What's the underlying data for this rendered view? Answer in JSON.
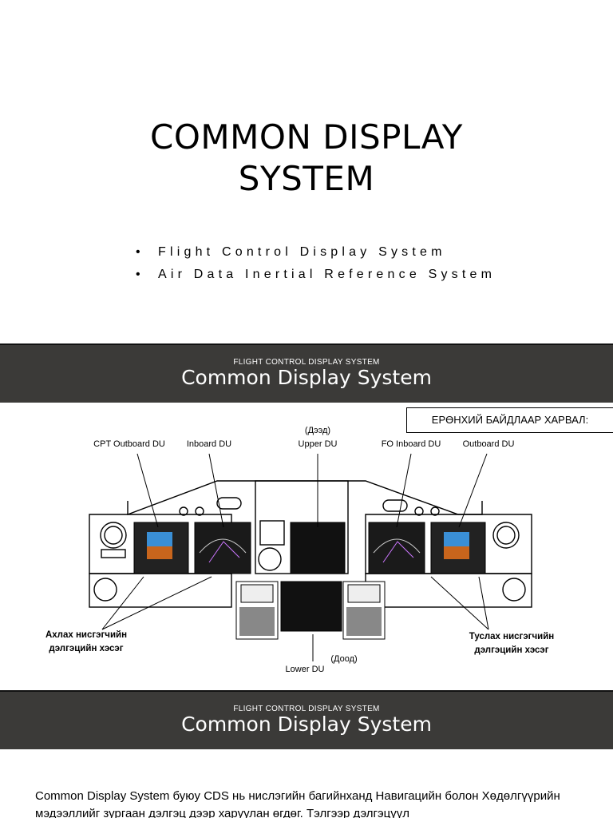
{
  "slide1": {
    "title_line1": "COMMON DISPLAY",
    "title_line2": "SYSTEM",
    "bullets": [
      "Flight Control Display System",
      "Air Data Inertial Reference System"
    ]
  },
  "slide2": {
    "kicker": "FLIGHT CONTROL DISPLAY SYSTEM",
    "title": "Common Display System",
    "general_view": "ЕРӨНХИЙ БАЙДЛААР ХАРВАЛ:",
    "labels": {
      "upper_mn": "(Дээд)",
      "upper": "Upper DU",
      "cpt_outboard": "CPT Outboard DU",
      "inboard": "Inboard DU",
      "fo_inboard": "FO Inboard DU",
      "outboard": "Outboard DU",
      "left_mn_1": "Ахлах нисгэгчийн",
      "left_mn_2": "дэлгэцийн хэсэг",
      "right_mn_1": "Туслах нисгэгчийн",
      "right_mn_2": "дэлгэцийн хэсэг",
      "lower_mn": "(Доод)",
      "lower": "Lower DU"
    }
  },
  "slide3": {
    "kicker": "FLIGHT CONTROL DISPLAY SYSTEM",
    "title": "Common Display System",
    "paragraph": "Common Display System буюу CDS нь нислэгийн багийнханд Навигацийн болон Хөдөлгүүрийн мэдээллийг зургаан дэлгэц дээр харуулан өгдөг. Тэлгээр дэлгэцүүл"
  },
  "colors": {
    "header_bar": "#3b3a38",
    "attitude_sky": "#3a8fd6",
    "attitude_ground": "#c8651c"
  }
}
